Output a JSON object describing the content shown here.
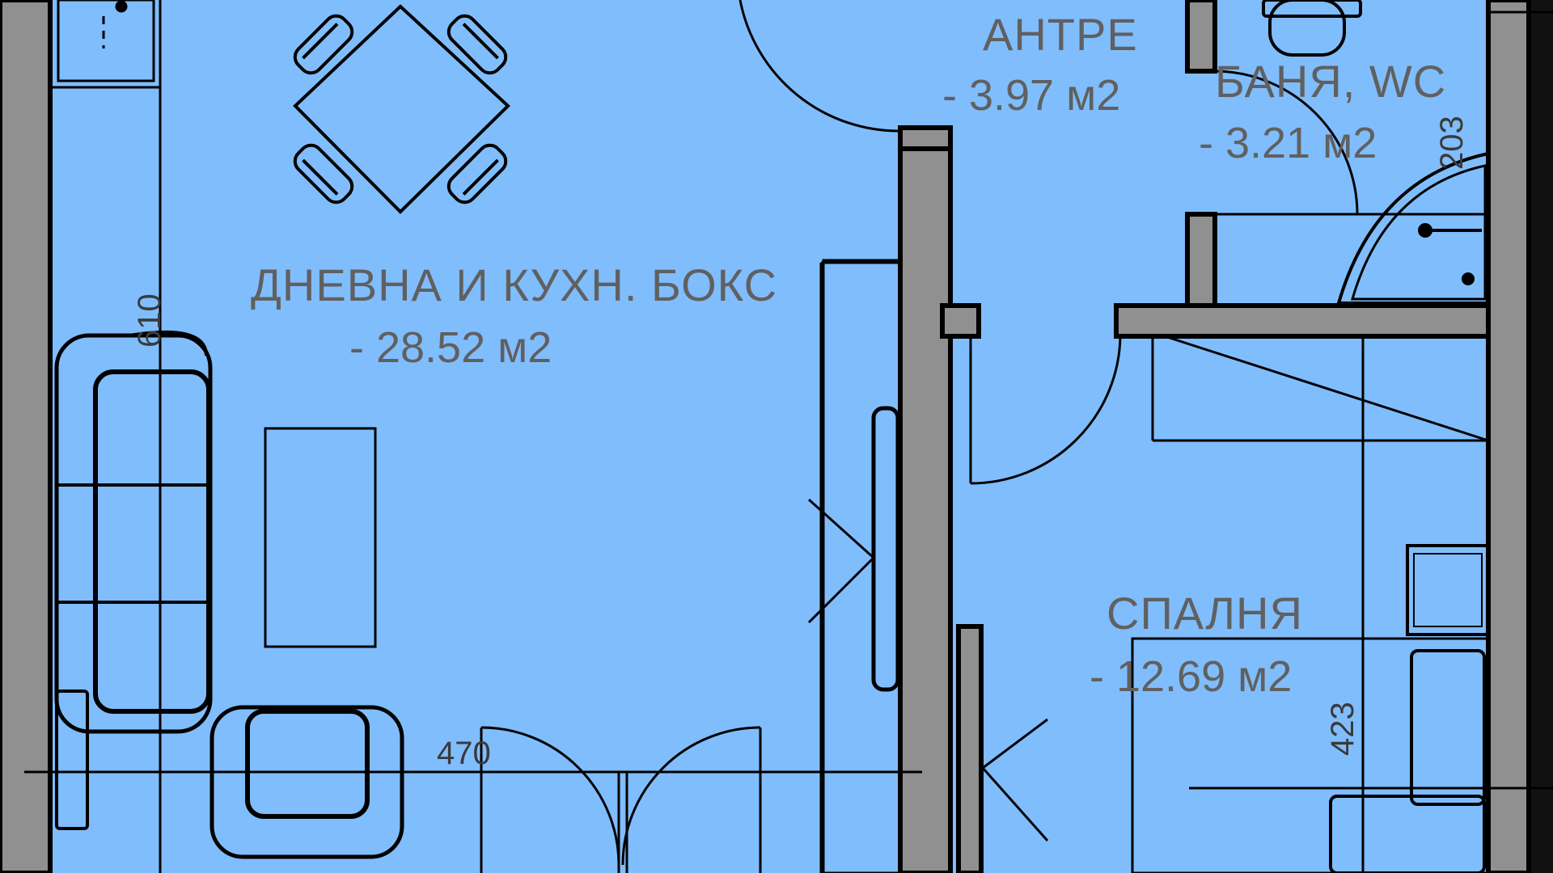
{
  "colors": {
    "floor": "#80bdfc",
    "wall": "#909090",
    "line": "#000000",
    "label": "#606060",
    "background": "#000000"
  },
  "rooms": {
    "living": {
      "name": "ДНЕВНА И КУХН. БОКС",
      "area": "- 28.52 м2"
    },
    "hall": {
      "name": "АНТРЕ",
      "area": "-  3.97 м2"
    },
    "bath": {
      "name": "БАНЯ, WC",
      "area": "-  3.21 м2"
    },
    "bedroom": {
      "name": "СПАЛНЯ",
      "area": "- 12.69 м2"
    }
  },
  "dimensions": {
    "living_height": "610",
    "living_width": "470",
    "bath_dim": "203",
    "bedroom_dim": "423"
  }
}
